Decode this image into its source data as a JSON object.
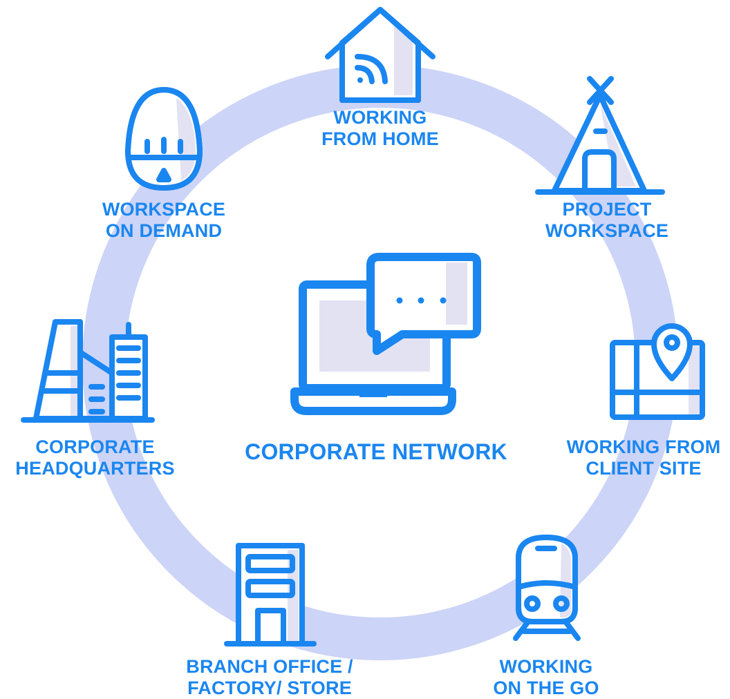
{
  "center": {
    "title": "CORPORATE NETWORK",
    "icon": "laptop-chat-icon"
  },
  "nodes": [
    {
      "id": "home",
      "icon": "house-wifi-icon",
      "lines": [
        "WORKING",
        "FROM HOME"
      ]
    },
    {
      "id": "project",
      "icon": "tent-icon",
      "lines": [
        "PROJECT",
        "WORKSPACE"
      ]
    },
    {
      "id": "client",
      "icon": "map-pin-icon",
      "lines": [
        "WORKING FROM",
        "CLIENT SITE"
      ]
    },
    {
      "id": "go",
      "icon": "train-icon",
      "lines": [
        "WORKING",
        "ON THE GO"
      ]
    },
    {
      "id": "branch",
      "icon": "office-building-icon",
      "lines": [
        "BRANCH OFFICE /",
        "FACTORY/ STORE"
      ]
    },
    {
      "id": "hq",
      "icon": "skyscrapers-icon",
      "lines": [
        "CORPORATE",
        "HEADQUARTERS"
      ]
    },
    {
      "id": "demand",
      "icon": "egg-timer-icon",
      "lines": [
        "WORKSPACE",
        "ON DEMAND"
      ]
    }
  ],
  "colors": {
    "accent": "#1a86f0",
    "ring": "#ccd4f7",
    "fill": "#e3e2f3",
    "background": "#ffffff"
  }
}
